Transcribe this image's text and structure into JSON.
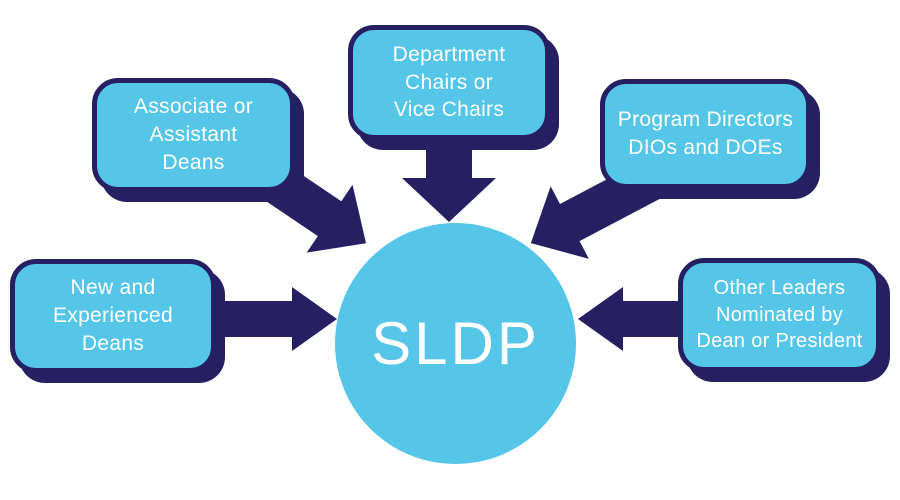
{
  "diagram": {
    "center": {
      "id": "sldp",
      "label": "SLDP"
    },
    "nodes": [
      {
        "id": "department-chairs",
        "position": "top-center",
        "label": "Department\nChairs or\nVice Chairs"
      },
      {
        "id": "associate-assistant-deans",
        "position": "top-left",
        "label": "Associate or\nAssistant\nDeans"
      },
      {
        "id": "program-directors",
        "position": "top-right",
        "label": "Program Directors\nDIOs and DOEs"
      },
      {
        "id": "new-experienced-deans",
        "position": "left",
        "label": "New and\nExperienced\nDeans"
      },
      {
        "id": "other-leaders",
        "position": "right",
        "label": "Other Leaders\nNominated by\nDean or President"
      }
    ],
    "arrows": [
      {
        "from": "department-chairs",
        "to": "sldp",
        "direction": "down"
      },
      {
        "from": "associate-assistant-deans",
        "to": "sldp",
        "direction": "down-right"
      },
      {
        "from": "program-directors",
        "to": "sldp",
        "direction": "down-left"
      },
      {
        "from": "new-experienced-deans",
        "to": "sldp",
        "direction": "right"
      },
      {
        "from": "other-leaders",
        "to": "sldp",
        "direction": "left"
      }
    ],
    "colors": {
      "box_fill": "#55C6E8",
      "outline_and_arrows": "#262063",
      "text": "#FFFFFF",
      "background": "#FFFFFF"
    }
  }
}
